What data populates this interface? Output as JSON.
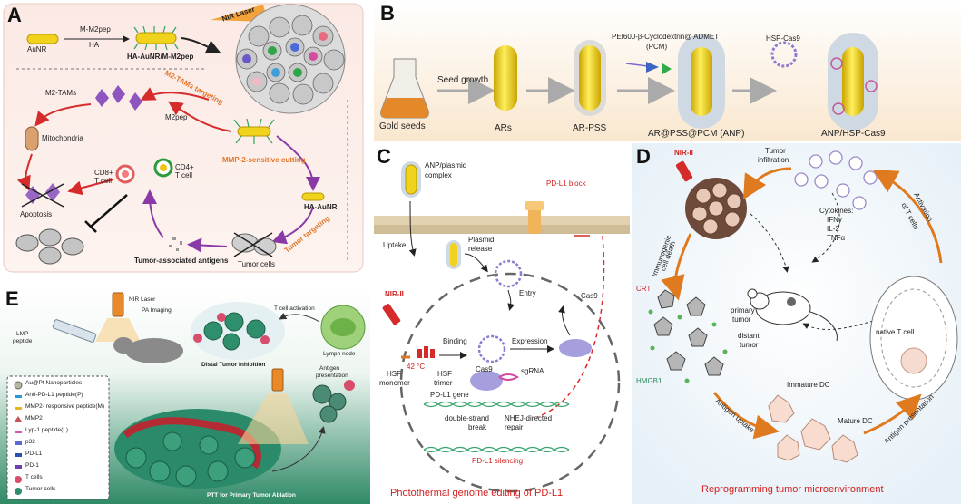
{
  "panelA": {
    "label": "A",
    "aunr": "AuNR",
    "m2pep": "M-M2pep",
    "ha": "HA",
    "complex": "HA-AuNR/M-M2pep",
    "nir": "NIR Laser",
    "m2tams_targeting": "M2-TAMs targeting",
    "m2tams": "M2-TAMs",
    "m2pep_free": "M2pep",
    "mitochondria": "Mitochondria",
    "mmp2": "MMP-2-sensitive cutting",
    "apoptosis": "Apoptosis",
    "cd8": "CD8+\nT cell",
    "cd4": "CD4+\nT cell",
    "ha_aunr": "HA-AuNR",
    "tumor_targeting": "Tumor targeting",
    "tumor_cells": "Tumor cells",
    "antigens": "Tumor-associated antigens"
  },
  "panelB": {
    "label": "B",
    "gold_seeds": "Gold seeds",
    "seed_growth": "Seed growth",
    "ars": "ARs",
    "ar_pss": "AR-PSS",
    "pcm_line1": "PEI600-β-Cyclodextrin@ ADMET",
    "pcm_line2": "(PCM)",
    "hsp": "HSP-Cas9",
    "anp": "AR@PSS@PCM (ANP)",
    "anp_hsp": "ANP/HSP-Cas9"
  },
  "panelC": {
    "label": "C",
    "complex1": "ANP/plasmid",
    "complex2": "complex",
    "pdl1_block": "PD-L1 block",
    "uptake": "Uptake",
    "plasmid1": "Plasmid",
    "plasmid2": "release",
    "entry": "Entry",
    "nir": "NIR-II",
    "temp": "42 °C",
    "binding": "Binding",
    "expression": "Expression",
    "cas9": "Cas9",
    "hsf_mono1": "HSF",
    "hsf_mono2": "monomer",
    "hsf_tri1": "HSF",
    "hsf_tri2": "trimer",
    "cas9b": "Cas9",
    "sgrna": "sgRNA",
    "gene": "PD-L1 gene",
    "dsb1": "double-strand",
    "dsb2": "break",
    "nhej1": "NHEJ-directed",
    "nhej2": "repair",
    "silencing": "PD-L1 silencing",
    "footer": "Photothermal genome editing of PD-L1"
  },
  "panelD": {
    "label": "D",
    "nir": "NIR-II",
    "infil1": "Tumor",
    "infil2": "infiltration",
    "cytokines": "Cytokines:",
    "ifn": "IFNγ",
    "il2": "IL-2",
    "tnf": "TNFα",
    "activation1": "Activation",
    "activation2": "of T cells",
    "icd1": "Immunogenic",
    "icd2": "cell death",
    "crt": "CRT",
    "hmgb1": "HMGB1",
    "primary1": "primary",
    "primary2": "tumor",
    "distant1": "distant",
    "distant2": "tumor",
    "native": "native T cell",
    "immature": "Immature DC",
    "mature": "Mature DC",
    "uptake": "Antigen uptake",
    "presentation": "Antigen presentation",
    "footer": "Reprogramming tumor microenvironment"
  },
  "panelE": {
    "label": "E",
    "lmp1": "LMP",
    "lmp2": "peptide",
    "nir": "NIR Laser",
    "pa": "PA Imaging",
    "tcell_act": "T cell activation",
    "lymph": "Lymph node",
    "distal": "Distal Tumor Inhibition",
    "antigen1": "Antigen",
    "antigen2": "presentation",
    "ptt": "PTT for Primary Tumor Ablation",
    "legend": [
      "Au@Pt Nanoparticles",
      "Anti-PD-L1 peptide(P)",
      "MMP2- responsive peptide(M)",
      "MMP2",
      "Lyp-1 peptide(L)",
      "p32",
      "PD-L1",
      "PD-1",
      "T cells",
      "Tumor cells"
    ]
  }
}
